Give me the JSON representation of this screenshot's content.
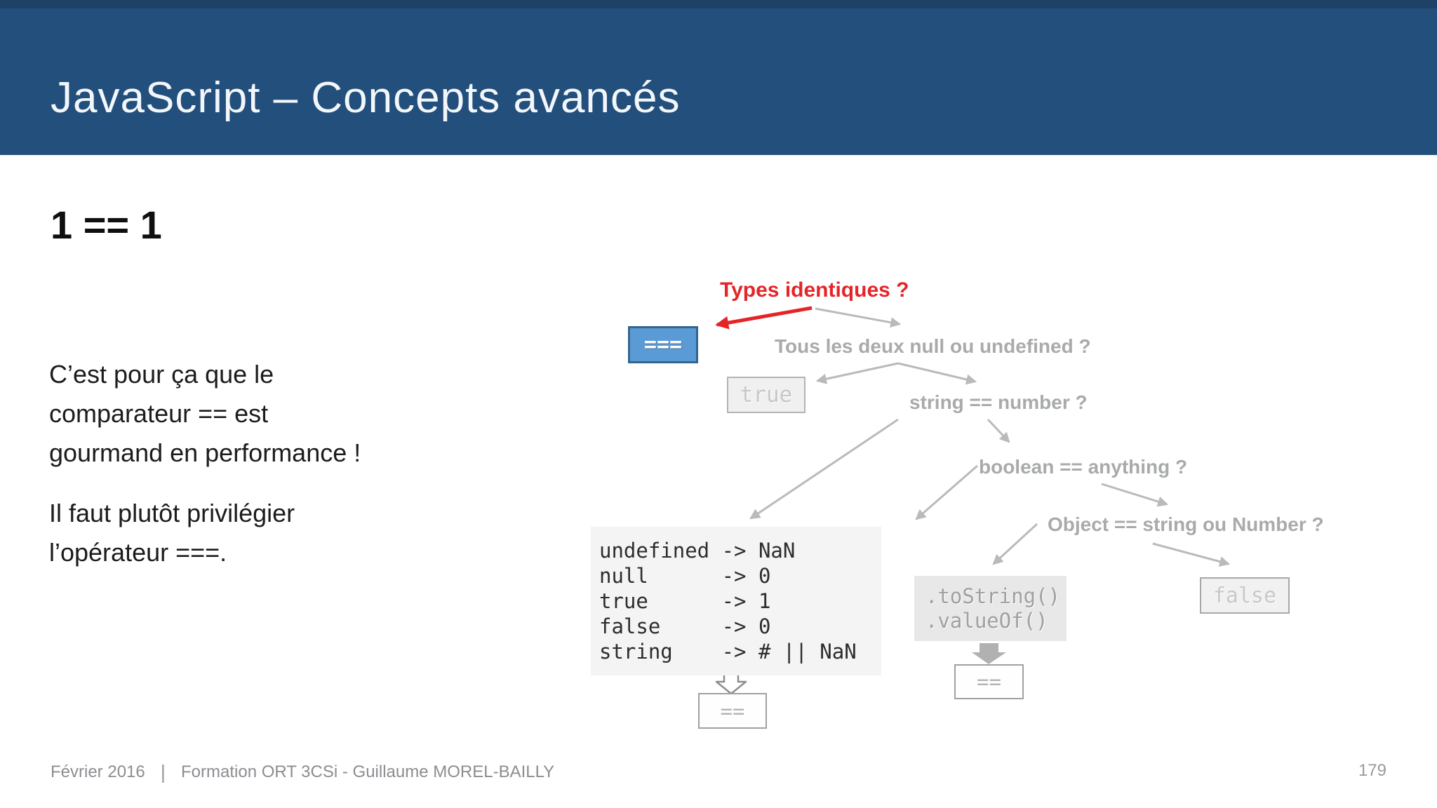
{
  "slide": {
    "header": {
      "title": "JavaScript – Concepts avancés"
    },
    "heading": "1 == 1",
    "body": {
      "paragraph1": [
        "C’est pour ça que le",
        "comparateur == est",
        "gourmand en performance !"
      ],
      "paragraph2": [
        "Il faut plutôt privilégier",
        "l’opérateur ===."
      ]
    },
    "diagram": {
      "annotation_red": "Types identiques ?",
      "strict_eq_box": "===",
      "q_null_undefined": "Tous les deux null ou undefined ?",
      "true_box": "true",
      "q_string_number": "string == number ?",
      "q_boolean_anything": "boolean == anything ?",
      "q_object_string_number": "Object == string ou Number ?",
      "coercion_table": [
        "undefined -> NaN",
        "null      -> 0",
        "true      -> 1",
        "false     -> 0",
        "string    -> # || NaN"
      ],
      "tostring_box": [
        ".toString()",
        ".valueOf()"
      ],
      "eq_box_left": "==",
      "eq_box_right": "==",
      "false_box": "false"
    },
    "footer": {
      "date": "Février 2016",
      "separator": "|",
      "credit": "Formation ORT 3CSi - Guillaume MOREL-BAILLY",
      "page": "179"
    },
    "colors": {
      "header_bg": "#234f7c",
      "header_top_stripe": "#1e4265",
      "accent_blue_fill": "#5b9bd5",
      "accent_blue_border": "#35658f",
      "annotation_red": "#e42528",
      "diagram_gray_text": "#a8aaac",
      "connector_gray": "#b9babc",
      "code_box_bg": "#f4f4f4"
    }
  }
}
